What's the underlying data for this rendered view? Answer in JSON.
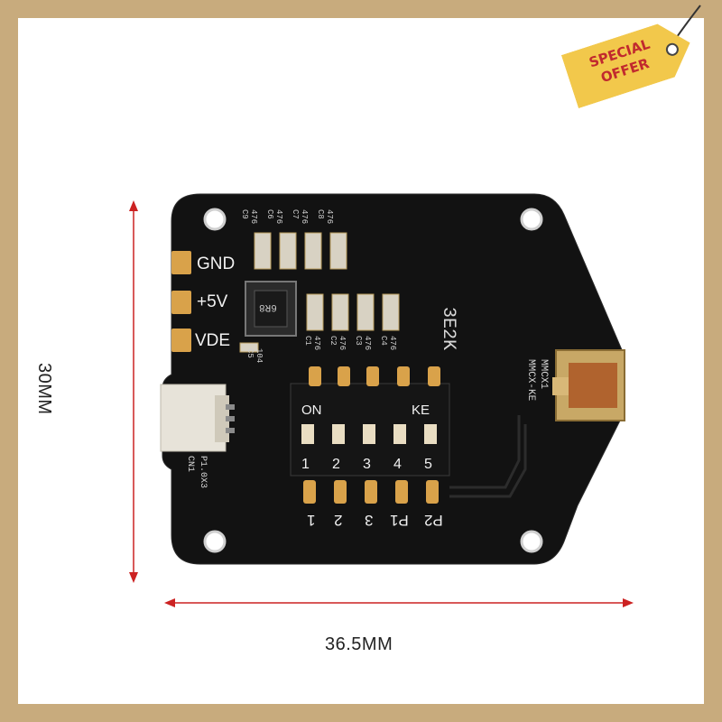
{
  "badge": {
    "text_line1": "SPECIAL",
    "text_line2": "OFFER"
  },
  "dimensions": {
    "width": "36.5MM",
    "height": "30MM"
  },
  "board": {
    "pads": [
      "GND",
      "+5V",
      "VDE"
    ],
    "switch": {
      "on_label": "ON",
      "ke_label": "KE",
      "numbers": [
        "1",
        "2",
        "3",
        "4",
        "5"
      ],
      "bottom_labels": [
        "1",
        "2",
        "3",
        "P1",
        "P2"
      ]
    },
    "inductor_label": "6R8",
    "chip_label": "3E2K",
    "connector_label_1": "MMCX1",
    "connector_label_2": "MMCX-KE",
    "jst_label_1": "P1.0X3",
    "jst_label_2": "CN1",
    "cap_top_labels": [
      "476",
      "476",
      "476",
      "476"
    ],
    "cap_top_refs": [
      "C9",
      "C6",
      "C7",
      "C8"
    ],
    "cap_mid_labels": [
      "476",
      "476",
      "476",
      "476"
    ],
    "cap_mid_refs": [
      "C1",
      "C2",
      "C3",
      "C4"
    ],
    "small_cap_label": "104",
    "small_cap_ref": "C5"
  },
  "colors": {
    "frame": "#c8ab7d",
    "board": "#111111",
    "pad": "#d9a24a",
    "arrow": "#cc2222",
    "badge": "#f2c84b"
  }
}
